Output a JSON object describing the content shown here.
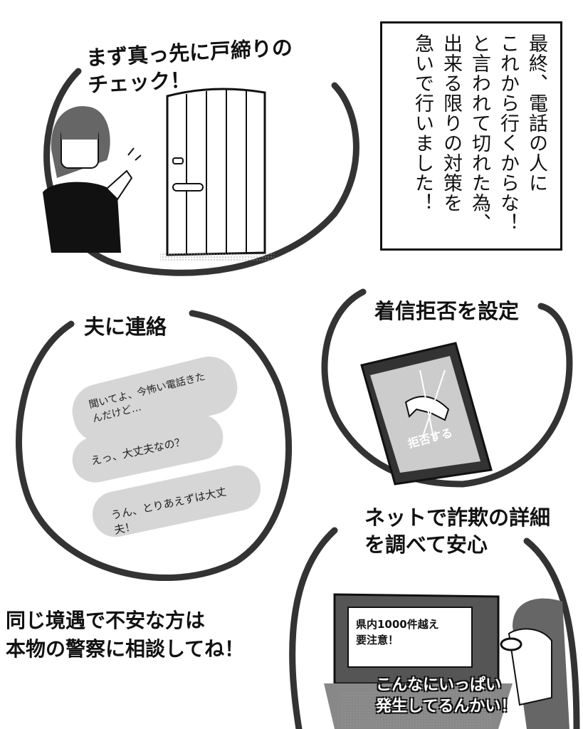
{
  "narration": "最終、電話の人に\nこれから行くからな！\nと言われて切れた為、\n出来る限りの対策を\n急いで行いました！",
  "panel_door": {
    "caption": "まず真っ先に戸締りの\nチェック！"
  },
  "panel_husband": {
    "caption": "夫に連絡",
    "messages": [
      "聞いてよ、今怖い電話きた\nんだけど…",
      "えっ、大丈夫なの？",
      "うん、とりあえずは大丈夫！"
    ]
  },
  "panel_block": {
    "caption": "着信拒否を設定",
    "phone_label": "拒否する"
  },
  "panel_search": {
    "caption": "ネットで詐欺の詳細\nを調べて安心",
    "screen_text": "県内1000件越え\n要注意！",
    "exclaim": "こんなにいっぱい\n発生してるんかい！"
  },
  "closing": "同じ境遇で不安な方は\n本物の警察に相談してね！"
}
